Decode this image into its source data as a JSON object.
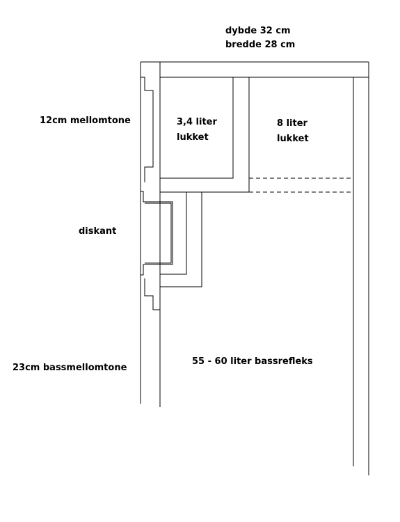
{
  "dimensions": {
    "depth": "dybde 32 cm",
    "width": "bredde 28 cm"
  },
  "drivers": {
    "midrange": "12cm mellomtone",
    "tweeter": "diskant",
    "bass_midrange": "23cm bassmellomtone"
  },
  "chambers": {
    "small": {
      "volume": "3,4 liter",
      "type": "lukket"
    },
    "medium": {
      "volume": "8 liter",
      "type": "lukket"
    },
    "bass": "55 - 60 liter bassrefleks"
  },
  "colors": {
    "line": "#000000",
    "background": "#ffffff"
  }
}
